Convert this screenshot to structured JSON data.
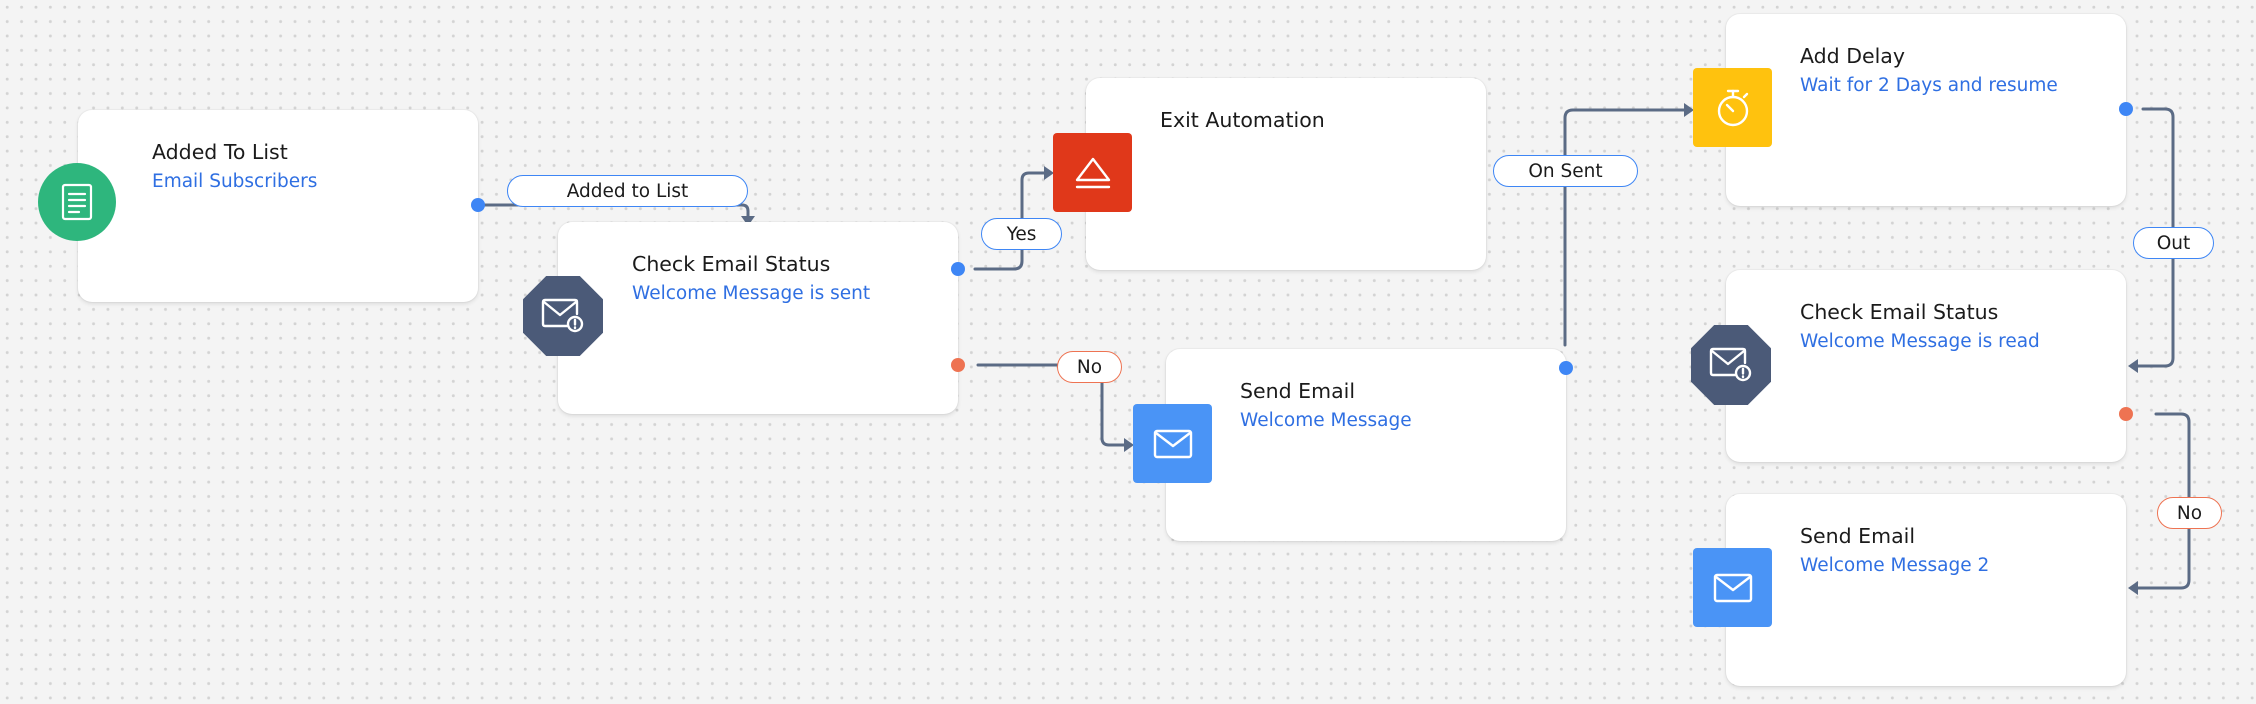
{
  "colors": {
    "connector": "#5b6b85",
    "port_positive": "#3e86f5",
    "port_negative": "#ee7352",
    "label_text": "#2f6fe2",
    "icon_green": "#2eb67d",
    "icon_slate": "#4b5a78",
    "icon_red": "#e0381a",
    "icon_yellow": "#ffc20e",
    "icon_blue": "#4a94f6"
  },
  "nodes": {
    "added_to_list": {
      "title": "Added To List",
      "subtitle": "Email Subscribers",
      "icon": "list-document-icon"
    },
    "check_email_status_1": {
      "title": "Check Email Status",
      "subtitle": "Welcome Message is sent",
      "icon": "email-status-icon"
    },
    "exit_automation": {
      "title": "Exit Automation",
      "icon": "exit-triangle-icon"
    },
    "send_email_1": {
      "title": "Send Email",
      "subtitle": "Welcome Message",
      "icon": "envelope-icon"
    },
    "add_delay": {
      "title": "Add Delay",
      "subtitle": "Wait for 2 Days and resume",
      "icon": "stopwatch-icon"
    },
    "check_email_status_2": {
      "title": "Check Email Status",
      "subtitle": "Welcome Message is read",
      "icon": "email-status-icon"
    },
    "send_email_2": {
      "title": "Send Email",
      "subtitle": "Welcome Message 2",
      "icon": "envelope-icon"
    }
  },
  "edges": {
    "added_to_list": "Added to List",
    "yes": "Yes",
    "no_1": "No",
    "on_sent": "On Sent",
    "out": "Out",
    "no_2": "No"
  }
}
